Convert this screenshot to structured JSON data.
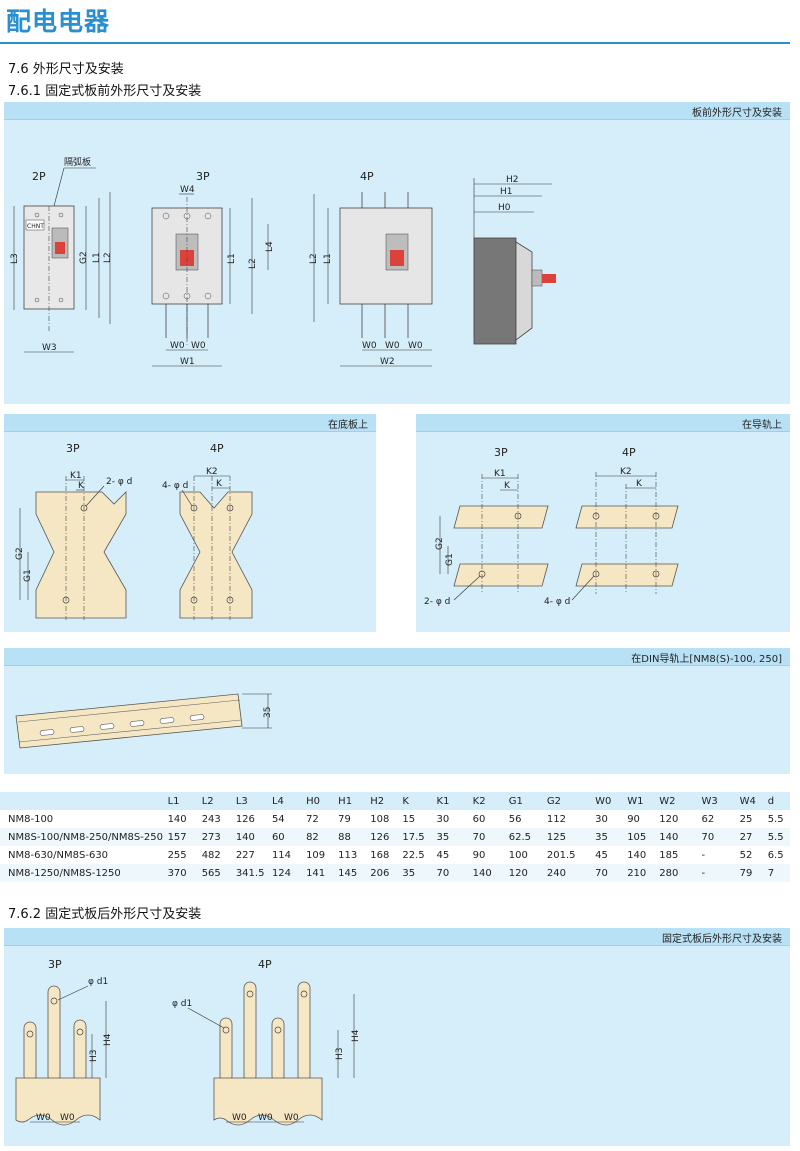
{
  "header": {
    "title": "配电电器"
  },
  "sections": {
    "s76": "7.6 外形尺寸及安装",
    "s761": "7.6.1 固定式板前外形尺寸及安装",
    "s762": "7.6.2 固定式板后外形尺寸及安装"
  },
  "panels": {
    "front": "板前外形尺寸及安装",
    "base": "在底板上",
    "rail": "在导轨上",
    "din": "在DIN导轨上[NM8(S)-100, 250]",
    "rear": "固定式板后外形尺寸及安装"
  },
  "labels": {
    "p2": "2P",
    "p3": "3P",
    "p4": "4P",
    "arc_plate": "隔弧板",
    "two_phi_d": "2- φ d",
    "four_phi_d": "4- φ d",
    "phi_d1": "φ d1",
    "din_height": "35",
    "brand": "CHNT"
  },
  "dims": {
    "L1": "L1",
    "L2": "L2",
    "L3": "L3",
    "L4": "L4",
    "G1": "G1",
    "G2": "G2",
    "H0": "H0",
    "H1": "H1",
    "H2": "H2",
    "H3": "H3",
    "H4": "H4",
    "K": "K",
    "K1": "K1",
    "K2": "K2",
    "W0": "W0",
    "W1": "W1",
    "W2": "W2",
    "W3": "W3",
    "W4": "W4"
  },
  "table": {
    "headers": [
      "",
      "L1",
      "L2",
      "L3",
      "L4",
      "H0",
      "H1",
      "H2",
      "K",
      "K1",
      "K2",
      "G1",
      "G2",
      "W0",
      "W1",
      "W2",
      "W3",
      "W4",
      "d"
    ],
    "rows": [
      [
        "NM8-100",
        "140",
        "243",
        "126",
        "54",
        "72",
        "79",
        "108",
        "15",
        "30",
        "60",
        "56",
        "112",
        "30",
        "90",
        "120",
        "62",
        "25",
        "5.5"
      ],
      [
        "NM8S-100/NM8-250/NM8S-250",
        "157",
        "273",
        "140",
        "60",
        "82",
        "88",
        "126",
        "17.5",
        "35",
        "70",
        "62.5",
        "125",
        "35",
        "105",
        "140",
        "70",
        "27",
        "5.5"
      ],
      [
        "NM8-630/NM8S-630",
        "255",
        "482",
        "227",
        "114",
        "109",
        "113",
        "168",
        "22.5",
        "45",
        "90",
        "100",
        "201.5",
        "45",
        "140",
        "185",
        "-",
        "52",
        "6.5"
      ],
      [
        "NM8-1250/NM8S-1250",
        "370",
        "565",
        "341.5",
        "124",
        "141",
        "145",
        "206",
        "35",
        "70",
        "140",
        "120",
        "240",
        "70",
        "210",
        "280",
        "-",
        "79",
        "7"
      ]
    ]
  },
  "colors": {
    "accent": "#2a8fd0",
    "panel": "#d6eef9",
    "panel_head": "#b9e1f5",
    "plate": "#f6e7c4",
    "handle_red": "#d9433b"
  }
}
